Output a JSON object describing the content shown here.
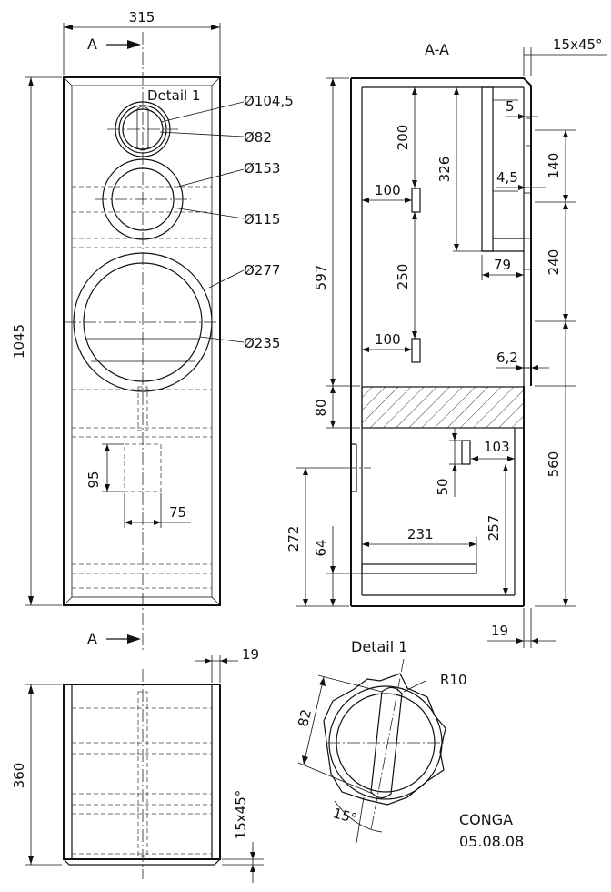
{
  "views": {
    "section_title": "A-A",
    "detail_title": "Detail 1",
    "detail_callout": "Detail 1",
    "section_marker": "A"
  },
  "title_block": {
    "name": "CONGA",
    "date": "05.08.08"
  },
  "front_view": {
    "width": "315",
    "height": "1045",
    "tweeter_outer": "Ø104,5",
    "tweeter_inner": "Ø82",
    "mid_outer": "Ø153",
    "mid_inner": "Ø115",
    "woofer_outer": "Ø277",
    "woofer_inner": "Ø235",
    "port_height": "95",
    "port_width": "75"
  },
  "section_view": {
    "chamfer": "15x45°",
    "dim_5": "5",
    "dim_200": "200",
    "dim_326": "326",
    "dim_140": "140",
    "dim_100_top": "100",
    "dim_4_5": "4,5",
    "dim_240": "240",
    "dim_597": "597",
    "dim_250": "250",
    "dim_79": "79",
    "dim_100_low": "100",
    "dim_6_2": "6,2",
    "dim_80": "80",
    "dim_103": "103",
    "dim_560": "560",
    "dim_50": "50",
    "dim_272": "272",
    "dim_64": "64",
    "dim_231": "231",
    "dim_257": "257",
    "dim_19": "19"
  },
  "top_view": {
    "thickness": "19",
    "depth": "360",
    "chamfer": "15x45°"
  },
  "detail_view": {
    "radius": "R10",
    "diameter": "82",
    "angle": "15°"
  }
}
